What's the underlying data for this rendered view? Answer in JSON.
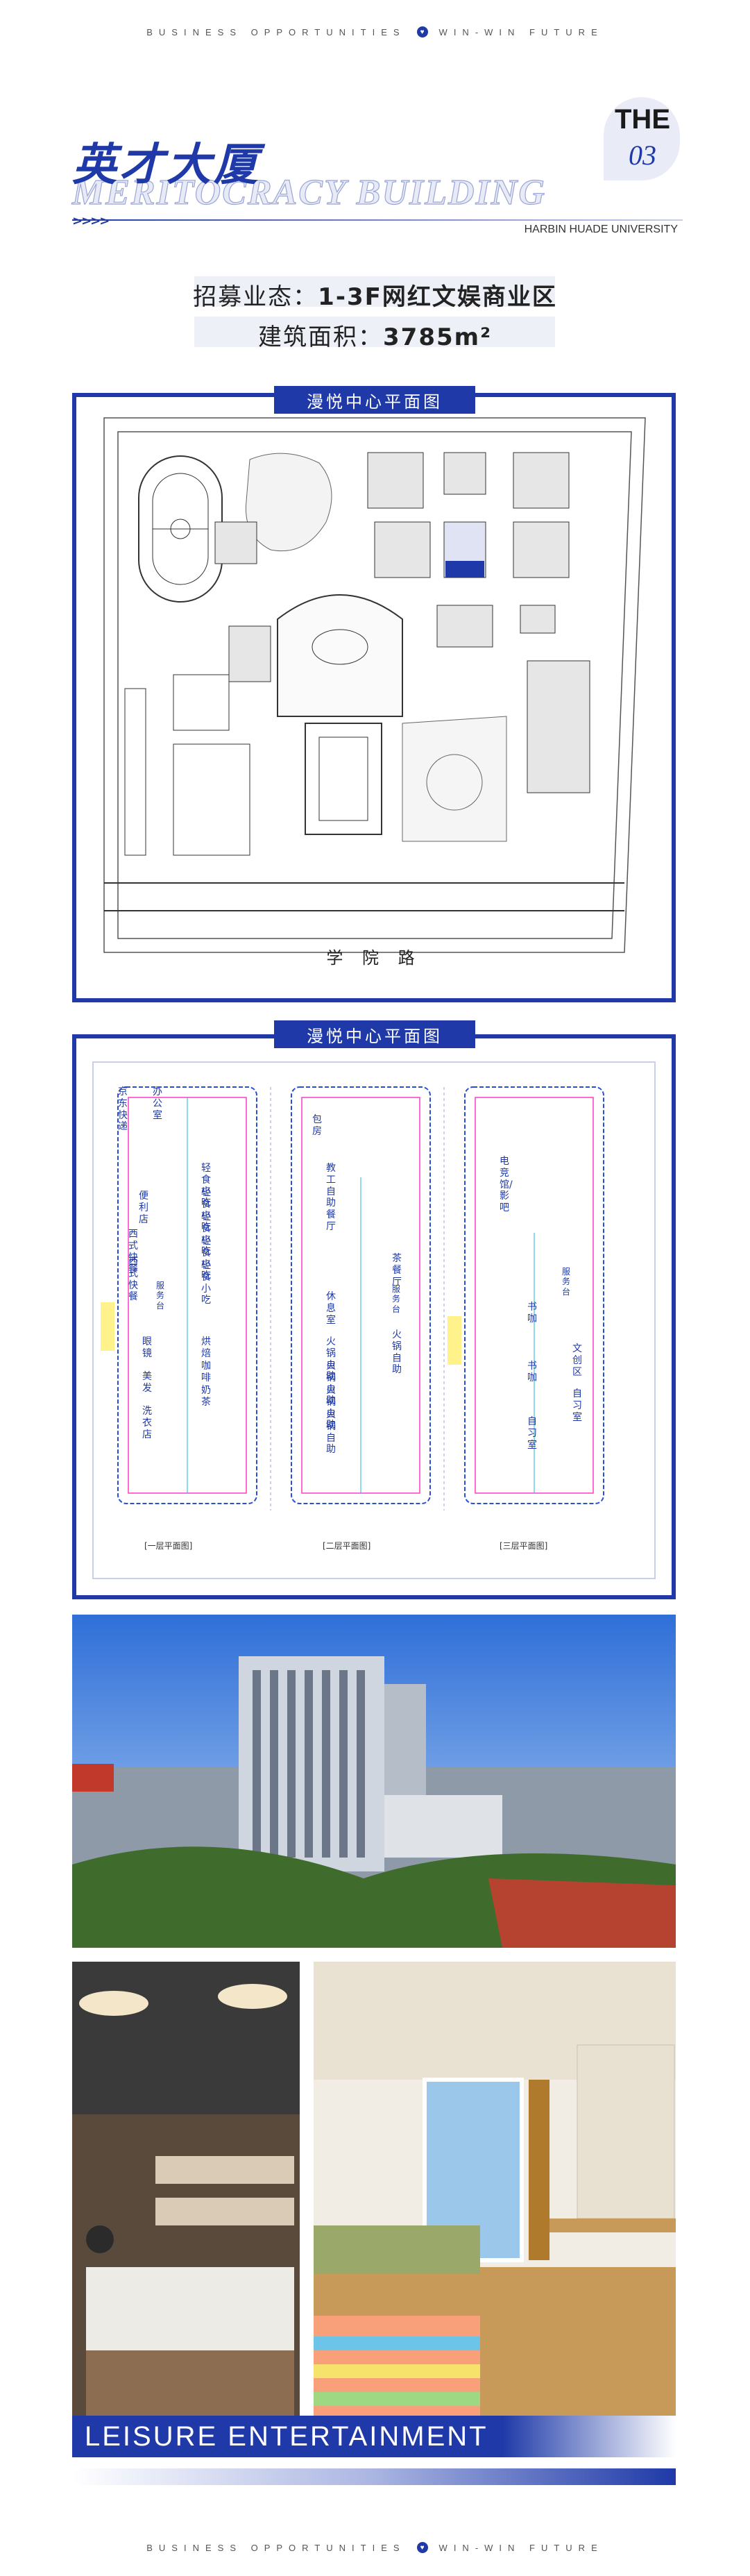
{
  "header": {
    "left_text": "BUSINESS OPPORTUNITIES",
    "right_text": "WIN-WIN FUTURE"
  },
  "title": {
    "cn": "英才大厦",
    "en": "MERITOCRACY BUILDING",
    "university": "HARBIN HUADE UNIVERSITY",
    "badge_top": "THE",
    "badge_num": "03"
  },
  "info": {
    "line1_label": "招募业态：",
    "line1_value": "1-3F网红文娱商业区",
    "line2_label": "建筑面积：",
    "line2_value": "3785m²"
  },
  "campus_map": {
    "label": "漫悦中心平面图",
    "road": "学 院 路"
  },
  "floor_plans": {
    "label": "漫悦中心平面图",
    "floor1": {
      "caption": "[一层平面图]",
      "rooms": [
        "京东快递",
        "办公室",
        "轻食小吃",
        "便利店",
        "轻食小吃",
        "轻食小吃",
        "西式快餐",
        "轻食小吃",
        "西式快餐",
        "轻食小吃",
        "服务台",
        "眼镜",
        "烘焙",
        "美发",
        "咖啡",
        "奶茶",
        "洗衣店"
      ]
    },
    "floor2": {
      "caption": "[二层平面图]",
      "rooms": [
        "包房",
        "教工自助餐厅",
        "茶餐厅",
        "休息室",
        "服务台",
        "火锅自助",
        "火锅自助",
        "火锅自助",
        "火锅自助",
        "火锅自助"
      ]
    },
    "floor3": {
      "caption": "[三层平面图]",
      "rooms": [
        "电竞馆/影吧",
        "服务台",
        "书咖",
        "书咖",
        "文创区",
        "自习室",
        "自习室"
      ]
    }
  },
  "footer": {
    "leisure": "LEISURE ENTERTAINMENT",
    "left_text": "BUSINESS OPPORTUNITIES",
    "right_text": "WIN-WIN FUTURE"
  },
  "colors": {
    "brand": "#1f3aa8",
    "light": "#e9ecf7"
  }
}
